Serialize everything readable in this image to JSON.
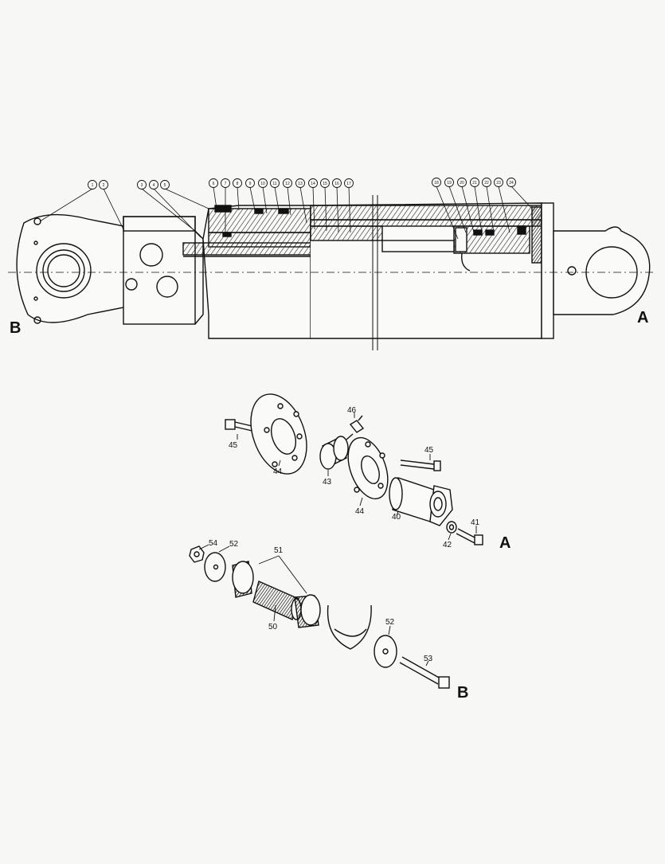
{
  "callouts_top": [
    "1",
    "2",
    "3",
    "4",
    "5",
    "6",
    "7",
    "8",
    "9",
    "10",
    "11",
    "12",
    "13",
    "14",
    "15",
    "16",
    "17",
    "18",
    "19",
    "20",
    "21",
    "22",
    "23",
    "24"
  ],
  "labels": {
    "A_top": "A",
    "B_top": "B",
    "A_mid": "A",
    "B_bottom": "B",
    "p40": "40",
    "p41": "41",
    "p42": "42",
    "p43": "43",
    "p44a": "44",
    "p44b": "44",
    "p45a": "45",
    "p45b": "45",
    "p46": "46",
    "p50": "50",
    "p51": "51",
    "p52a": "52",
    "p52b": "52",
    "p53": "53",
    "p54": "54"
  }
}
